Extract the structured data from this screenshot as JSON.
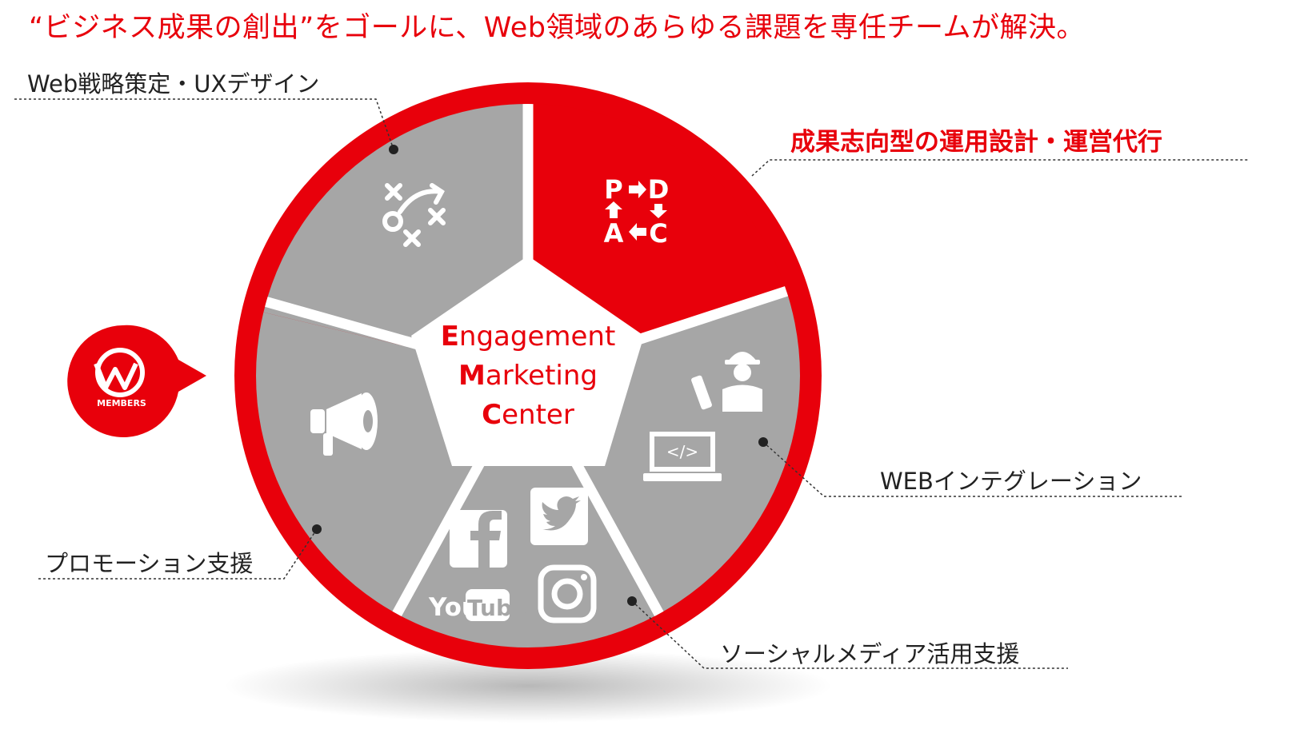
{
  "headline": "“ビジネス成果の創出”をゴールに、Web領域のあらゆる課題を専任チームが解決。",
  "labels": {
    "strategy": "Web戦略策定・UXデザイン",
    "operation": "成果志向型の運用設計・運営代行",
    "integration": "WEBインテグレーション",
    "social": "ソーシャルメディア活用支援",
    "promotion": "プロモーション支援"
  },
  "center": {
    "line1_initial": "E",
    "line1_rest": "ngagement",
    "line2_initial": "M",
    "line2_rest": "arketing",
    "line3_initial": "C",
    "line3_rest": "enter"
  },
  "pdca": {
    "p": "P",
    "d": "D",
    "a": "A",
    "c": "C"
  },
  "logo": {
    "text": "MEMBERS"
  },
  "icons": {
    "strategy": "tactics-play-icon",
    "operation": "pdca-cycle-icon",
    "integration": "engineer-laptop-code-icon",
    "promotion": "megaphone-icon",
    "social": [
      "facebook-icon",
      "twitter-icon",
      "youtube-icon",
      "instagram-icon"
    ]
  },
  "social_text": {
    "you": "You",
    "tube": "Tube"
  },
  "code_symbol": "</>",
  "colors": {
    "red": "#e8000b",
    "gray": "#a6a6a6",
    "white": "#ffffff"
  }
}
